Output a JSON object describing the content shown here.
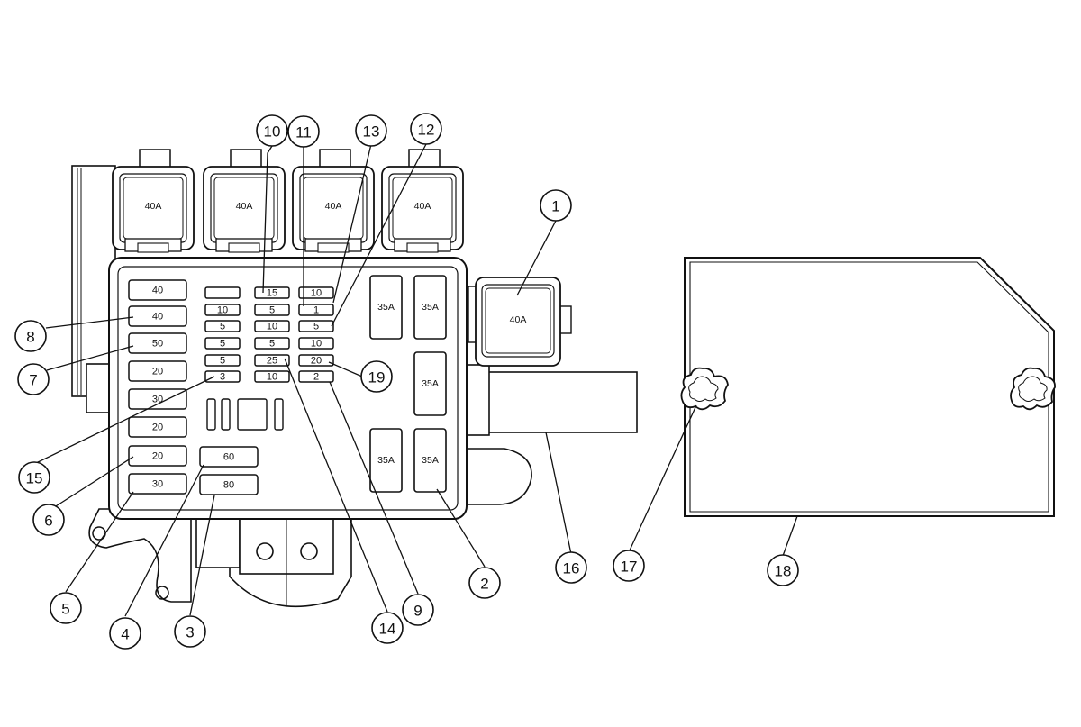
{
  "relays_top": [
    "40A",
    "40A",
    "40A",
    "40A"
  ],
  "relay_side": "40A",
  "left_fuses": [
    "40",
    "40",
    "50",
    "20",
    "30",
    "20",
    "20",
    "30"
  ],
  "col1_fuses": [
    "",
    "10",
    "5",
    "5",
    "5",
    "3"
  ],
  "col2_fuses": [
    "15",
    "5",
    "10",
    "5",
    "25",
    "10"
  ],
  "col3_fuses": [
    "10",
    "1",
    "5",
    "10",
    "20",
    "2"
  ],
  "big_fuses": [
    "60",
    "80"
  ],
  "maxi_fuses": [
    "35A",
    "35A",
    "35A",
    "35A",
    "35A"
  ],
  "callouts": [
    "1",
    "2",
    "3",
    "4",
    "5",
    "6",
    "7",
    "8",
    "9",
    "10",
    "11",
    "12",
    "13",
    "14",
    "15",
    "16",
    "17",
    "18",
    "19"
  ]
}
